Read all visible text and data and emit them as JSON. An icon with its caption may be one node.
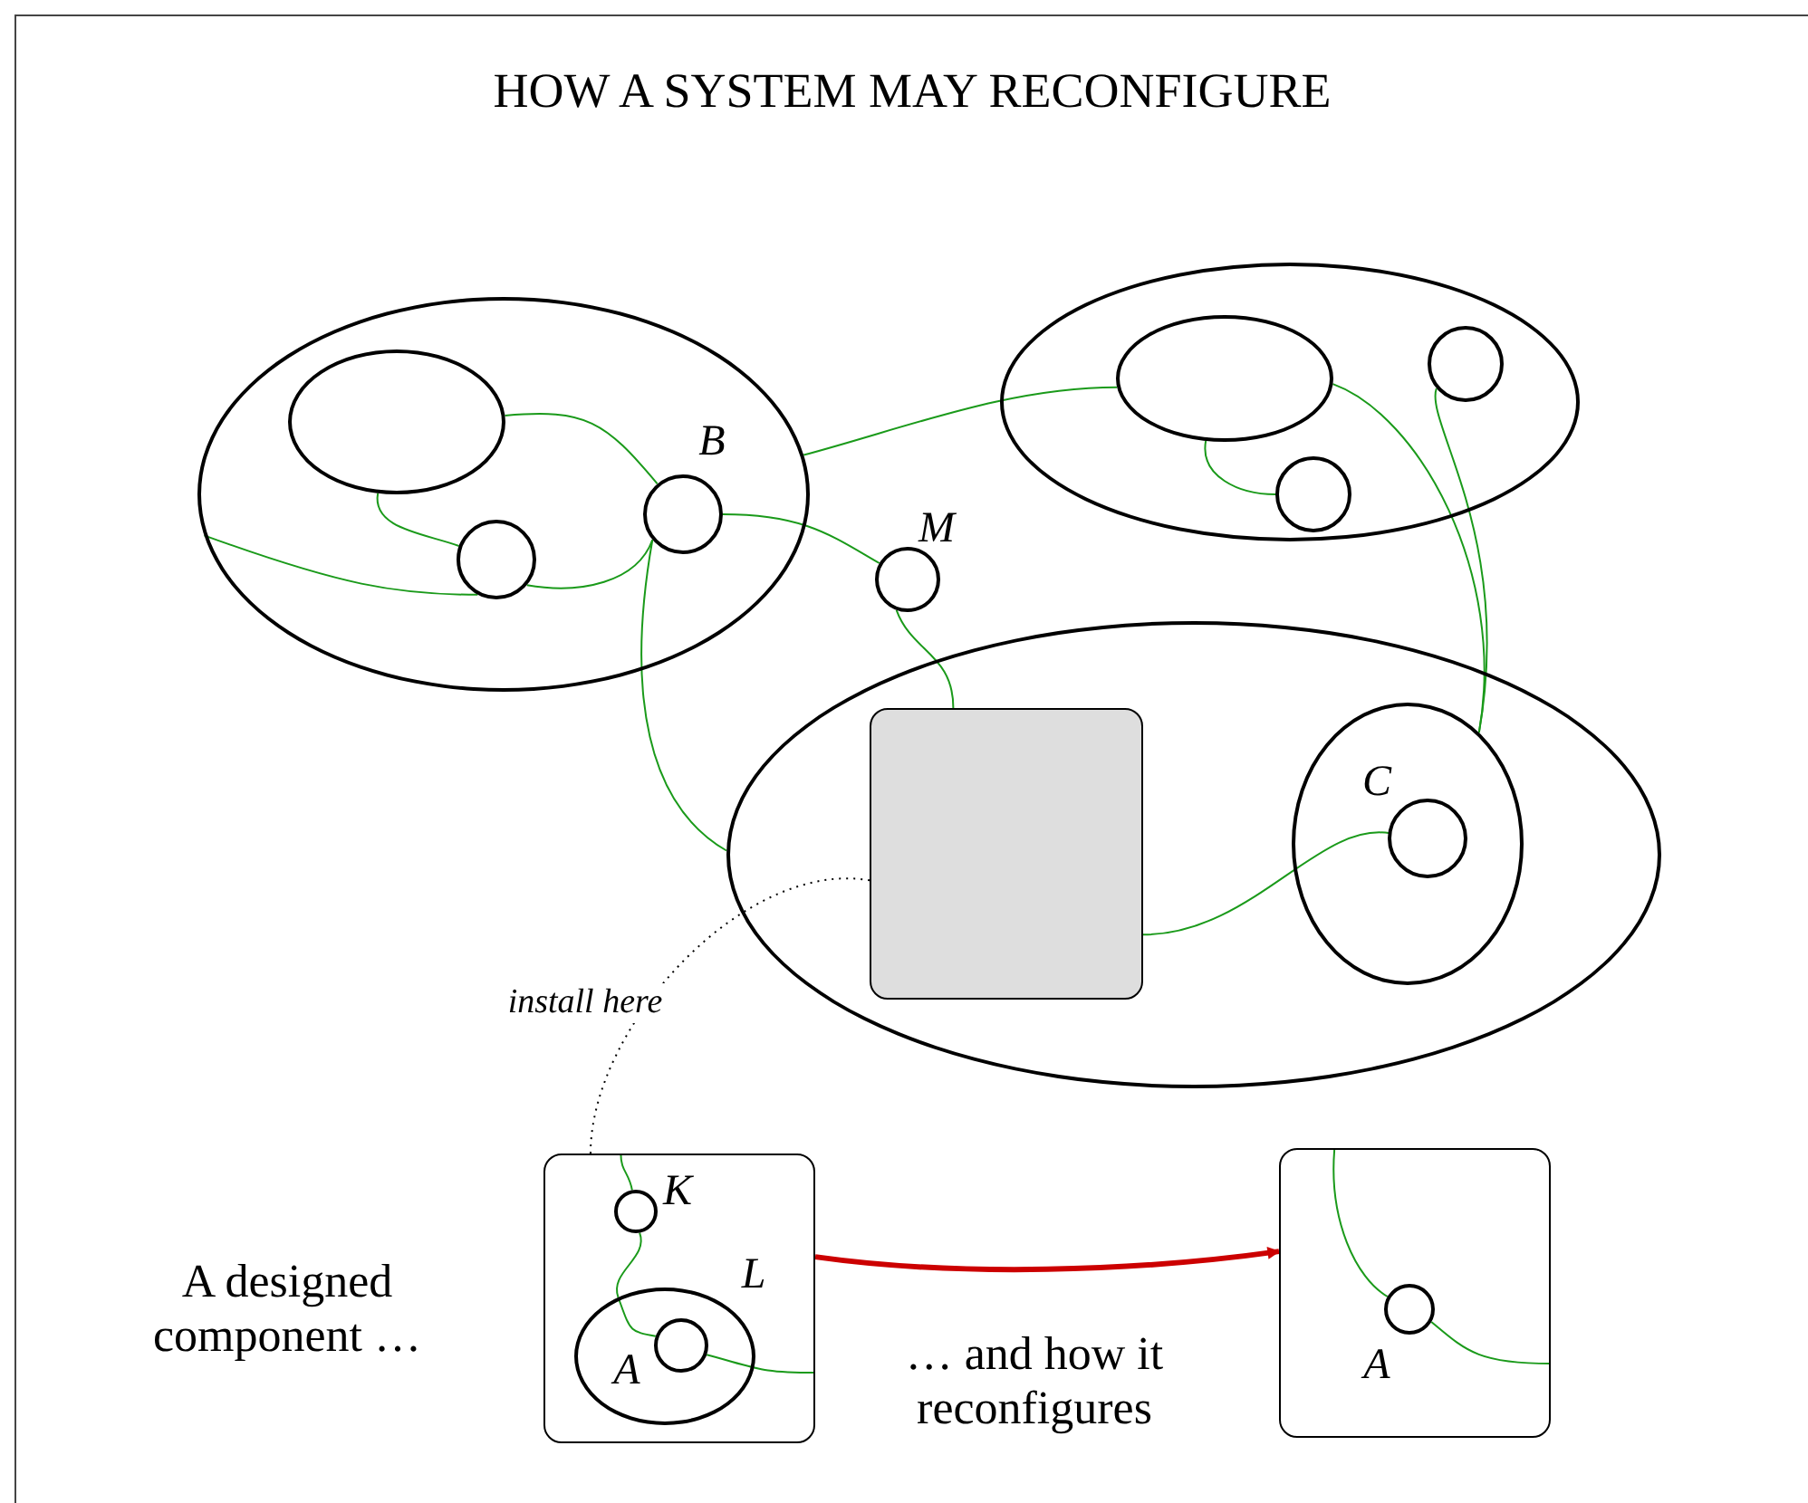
{
  "diagram": {
    "title": "HOW A SYSTEM MAY RECONFIGURE",
    "nodes": [
      {
        "text": [],
        "shape": "ellipse"
      },
      {
        "text": [],
        "shape": "ellipse",
        "in": 0
      },
      {
        "text": [],
        "shape": "circle",
        "in": 0
      },
      {
        "text": [],
        "shape": "circle",
        "in": 0,
        "beside": [
          "B"
        ]
      },
      {
        "text": [],
        "shape": "circle",
        "beside": [
          "M"
        ]
      },
      {
        "text": [],
        "shape": "ellipse"
      },
      {
        "text": [],
        "shape": "ellipse",
        "in": 5
      },
      {
        "text": [],
        "shape": "circle",
        "in": 5
      },
      {
        "text": [],
        "shape": "circle",
        "in": 5
      },
      {
        "text": [],
        "shape": "ellipse"
      },
      {
        "text": [],
        "shape": "box",
        "in": 9
      },
      {
        "text": [],
        "shape": "ellipse",
        "in": 9
      },
      {
        "text": [],
        "shape": "circle",
        "in": 11,
        "beside": [
          "C"
        ]
      },
      {
        "text": [],
        "shape": "box",
        "beside": [
          "A designed component …"
        ]
      },
      {
        "text": [],
        "shape": "circle",
        "in": 13,
        "beside": [
          "K"
        ]
      },
      {
        "text": [],
        "shape": "ellipse",
        "in": 13,
        "beside": [
          "L"
        ]
      },
      {
        "text": [],
        "shape": "circle",
        "in": 15,
        "beside": [
          "A"
        ]
      },
      {
        "text": [],
        "shape": "box"
      },
      {
        "text": [],
        "shape": "circle",
        "in": 17,
        "beside": [
          "A"
        ]
      }
    ],
    "edges": [
      {
        "from": 1,
        "to": 3,
        "arrow": "none"
      },
      {
        "from": 1,
        "to": 2,
        "arrow": "none"
      },
      {
        "from": 0,
        "to": 2,
        "arrow": "none"
      },
      {
        "from": 2,
        "to": 3,
        "arrow": "none"
      },
      {
        "from": 3,
        "to": 9,
        "arrow": "none"
      },
      {
        "from": 0,
        "to": 6,
        "arrow": "none"
      },
      {
        "from": 3,
        "to": 4,
        "arrow": "none"
      },
      {
        "from": 4,
        "to": 10,
        "arrow": "none"
      },
      {
        "from": 6,
        "to": 8,
        "arrow": "none"
      },
      {
        "from": 6,
        "to": 11,
        "arrow": "none"
      },
      {
        "from": 7,
        "to": 11,
        "arrow": "none"
      },
      {
        "from": 10,
        "to": 12,
        "arrow": "none"
      },
      {
        "from": 13,
        "to": 10,
        "arrow": "none",
        "label": "install here",
        "style": "dashed",
        "color": "#000000"
      },
      {
        "from": 13,
        "to": 17,
        "arrow": "to",
        "label": "… and how it reconfigures",
        "style": "thick",
        "color": "#cc0000"
      },
      {
        "from": 13,
        "to": 14,
        "arrow": "none"
      },
      {
        "from": 14,
        "to": 15,
        "arrow": "none"
      },
      {
        "from": 15,
        "to": 16,
        "arrow": "none"
      },
      {
        "from": 16,
        "to": 13,
        "arrow": "none"
      },
      {
        "from": 17,
        "to": 18,
        "arrow": "none"
      },
      {
        "from": 18,
        "to": 17,
        "arrow": "none"
      }
    ]
  }
}
